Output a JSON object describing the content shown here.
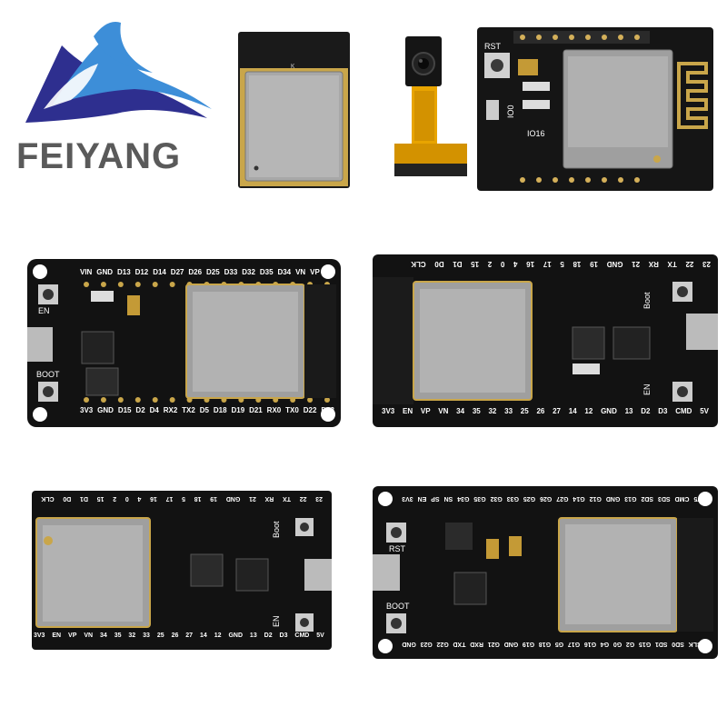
{
  "brand": {
    "name": "FEIYANG",
    "colors": {
      "logo_blue": "#2e2f8f",
      "logo_light": "#3d8ed8",
      "text_gray": "#5a5a5a"
    }
  },
  "products": {
    "esp32_cam": {
      "button_label": "RST",
      "silk": [
        "IO0",
        "IO16"
      ]
    },
    "devkit_30pin": {
      "top_pins": [
        "VIN",
        "GND",
        "D13",
        "D12",
        "D14",
        "D27",
        "D26",
        "D25",
        "D33",
        "D32",
        "D35",
        "D34",
        "VN",
        "VP",
        "EN"
      ],
      "bottom_pins": [
        "3V3",
        "GND",
        "D15",
        "D2",
        "D4",
        "RX2",
        "TX2",
        "D5",
        "D18",
        "D19",
        "D21",
        "RX0",
        "TX0",
        "D22",
        "D23"
      ],
      "button_labels": [
        "EN",
        "BOOT"
      ]
    },
    "devkit_38pin_a": {
      "top_pins": [
        "23",
        "22",
        "TX",
        "RX",
        "21",
        "GND",
        "19",
        "18",
        "5",
        "17",
        "16",
        "4",
        "0",
        "2",
        "15",
        "D1",
        "D0",
        "CLK"
      ],
      "bottom_pins": [
        "3V3",
        "EN",
        "VP",
        "VN",
        "34",
        "35",
        "32",
        "33",
        "25",
        "26",
        "27",
        "14",
        "12",
        "GND",
        "13",
        "D2",
        "D3",
        "CMD",
        "5V"
      ],
      "button_labels": [
        "Boot",
        "EN"
      ]
    },
    "devkit_38pin_b": {
      "top_pins": [
        "23",
        "22",
        "TX",
        "RX",
        "21",
        "GND",
        "19",
        "18",
        "5",
        "17",
        "16",
        "4",
        "0",
        "2",
        "15",
        "D1",
        "D0",
        "CLK"
      ],
      "bottom_pins": [
        "3V3",
        "EN",
        "VP",
        "VN",
        "34",
        "35",
        "32",
        "33",
        "25",
        "26",
        "27",
        "14",
        "12",
        "GND",
        "13",
        "D2",
        "D3",
        "CMD",
        "5V"
      ],
      "button_labels": [
        "Boot",
        "EN"
      ]
    },
    "devkit_38pin_c": {
      "top_pins": [
        "V5",
        "CMD",
        "SD3",
        "SD2",
        "G13",
        "GND",
        "G12",
        "G14",
        "G27",
        "G26",
        "G25",
        "G33",
        "G32",
        "G35",
        "G34",
        "SN",
        "SP",
        "EN",
        "3V3"
      ],
      "bottom_pins": [
        "CLK",
        "SD0",
        "SD1",
        "G15",
        "G2",
        "G0",
        "G4",
        "G16",
        "G17",
        "G5",
        "G18",
        "G19",
        "GND",
        "G21",
        "RXD",
        "TXD",
        "G22",
        "G23",
        "GND"
      ],
      "button_labels": [
        "RST",
        "BOOT"
      ]
    }
  }
}
